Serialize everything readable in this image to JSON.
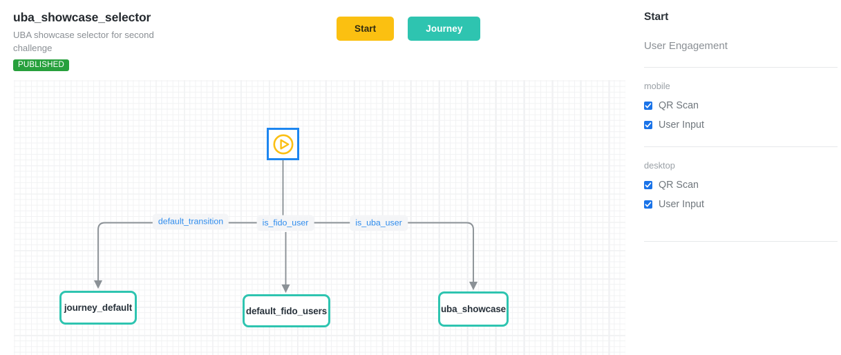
{
  "header": {
    "title": "uba_showcase_selector",
    "description": "UBA showcase selector for second challenge",
    "status_badge": "PUBLISHED",
    "badge_color": "#27a03c"
  },
  "toolbar": {
    "start_label": "Start",
    "journey_label": "Journey",
    "start_color": "#fbc011",
    "journey_color": "#2ec4b0"
  },
  "canvas": {
    "start_node": {
      "name": "Start",
      "icon": "play-circle-icon",
      "border_color": "#1d86f0",
      "icon_color": "#fbbf13"
    },
    "nodes": [
      {
        "id": "journey_default",
        "label": "journey_default",
        "border_color": "#2ec4b0"
      },
      {
        "id": "default_fido_users",
        "label": "default_fido_users",
        "border_color": "#2ec4b0"
      },
      {
        "id": "uba_showcase",
        "label": "uba_showcase",
        "border_color": "#2ec4b0"
      }
    ],
    "edges": [
      {
        "label": "default_transition",
        "from": "Start",
        "to": "journey_default",
        "color": "#2f8ced"
      },
      {
        "label": "is_fido_user",
        "from": "Start",
        "to": "default_fido_users",
        "color": "#2f8ced"
      },
      {
        "label": "is_uba_user",
        "from": "Start",
        "to": "uba_showcase",
        "color": "#2f8ced"
      }
    ],
    "edge_line_color": "#8b9196"
  },
  "sidebar": {
    "title": "Start",
    "subtitle": "User Engagement",
    "groups": [
      {
        "name": "mobile",
        "options": [
          {
            "label": "QR Scan",
            "checked": true
          },
          {
            "label": "User Input",
            "checked": true
          }
        ]
      },
      {
        "name": "desktop",
        "options": [
          {
            "label": "QR Scan",
            "checked": true
          },
          {
            "label": "User Input",
            "checked": true
          }
        ]
      }
    ],
    "checkbox_color": "#1a73e8"
  }
}
